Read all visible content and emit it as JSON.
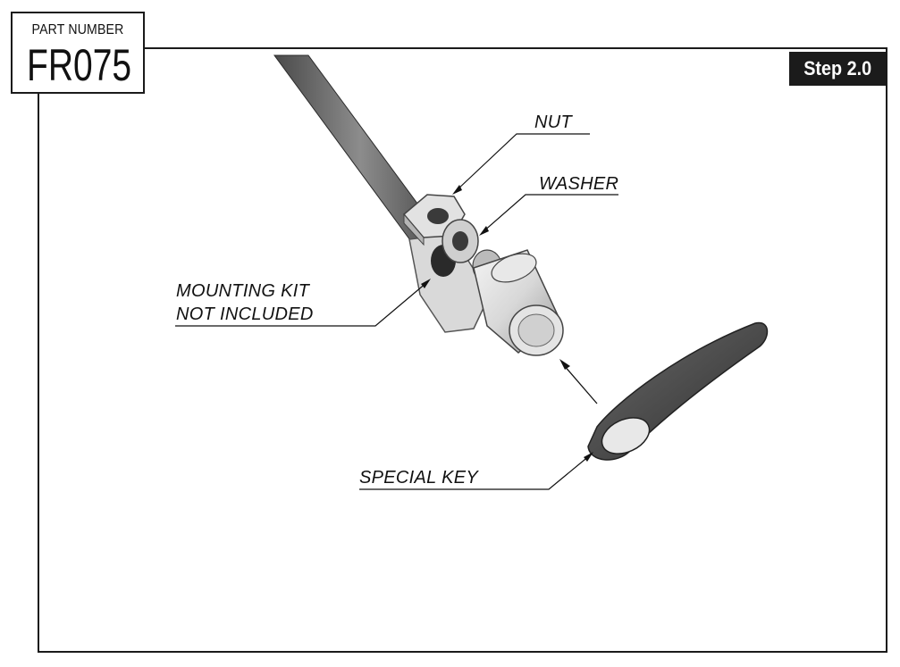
{
  "part": {
    "label": "PART NUMBER",
    "number": "FR075"
  },
  "step": {
    "label": "Step 2.0"
  },
  "callouts": {
    "nut": "NUT",
    "washer": "WASHER",
    "mounting_line1": "MOUNTING KIT",
    "mounting_line2": "NOT INCLUDED",
    "special_key": "SPECIAL KEY"
  },
  "colors": {
    "frame": "#1a1a1a",
    "badge_bg": "#1b1b1b",
    "badge_text": "#ffffff",
    "rod": "#6b6b6b",
    "key": "#4a4a4a",
    "metal_light": "#e6e6e6"
  }
}
